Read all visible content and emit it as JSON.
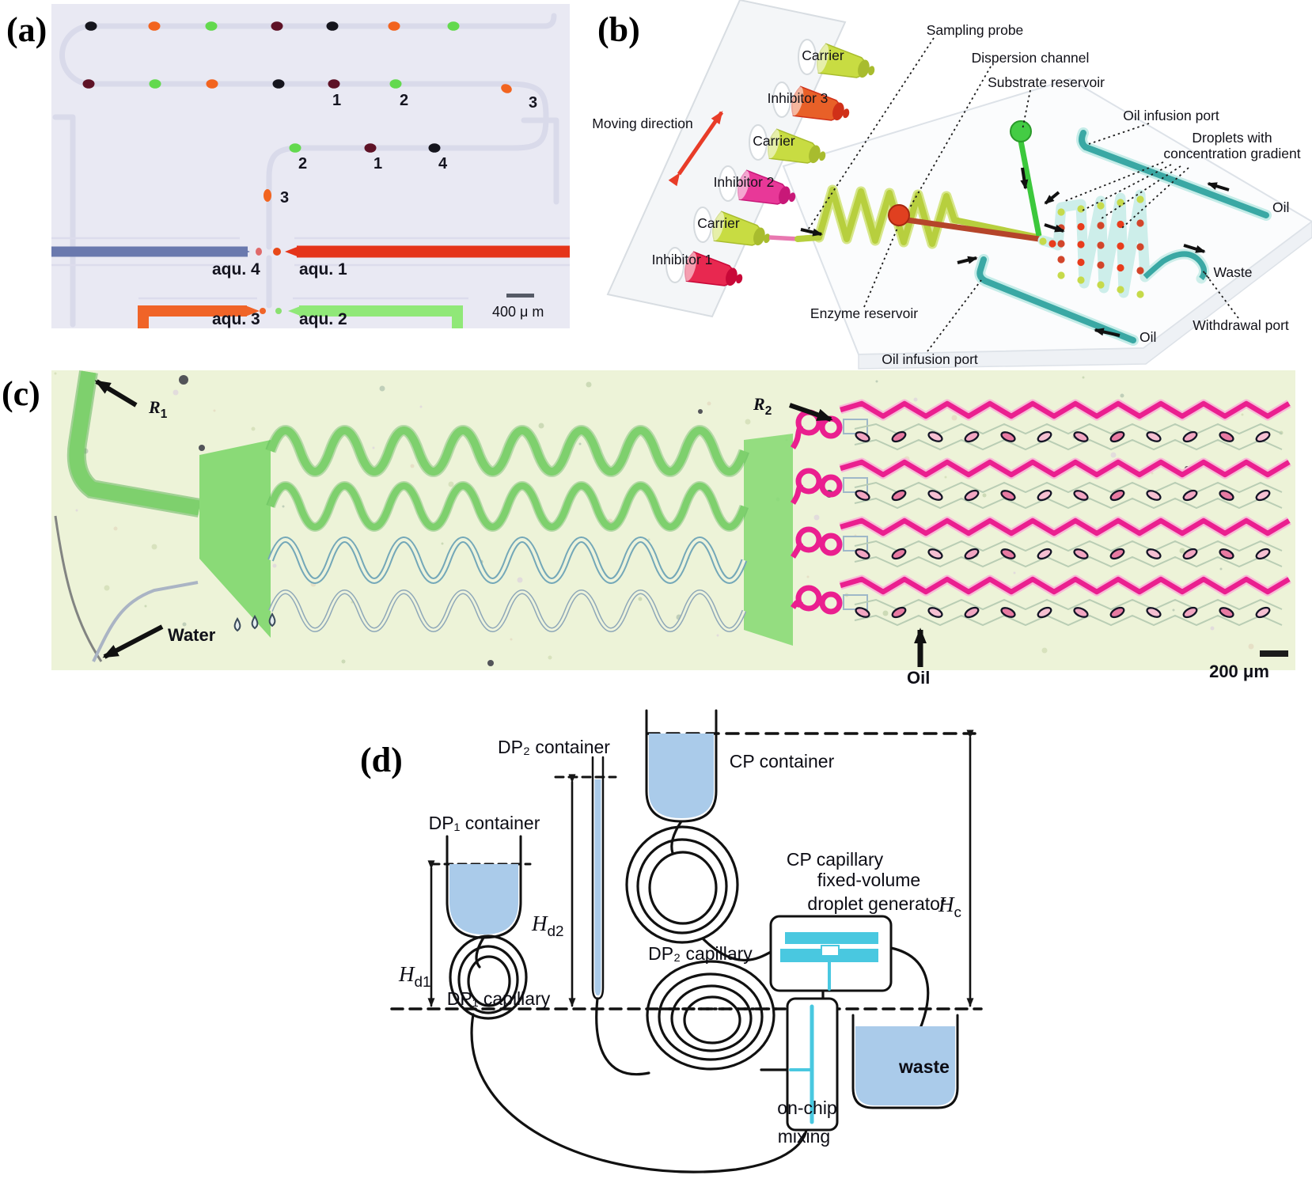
{
  "panel_a": {
    "tag": "(a)",
    "row2_numbers": [
      "1",
      "2",
      "3"
    ],
    "row3_numbers": [
      "2",
      "1",
      "4"
    ],
    "side_number": "3",
    "streams": {
      "aqu4": "aqu. 4",
      "aqu1": "aqu. 1",
      "aqu3": "aqu. 3",
      "aqu2": "aqu. 2"
    },
    "scale_bar": "400 μ m"
  },
  "panel_b": {
    "tag": "(b)",
    "moving_direction": "Moving direction",
    "reservoirs": [
      {
        "label": "Carrier"
      },
      {
        "label": "Inhibitor 3"
      },
      {
        "label": "Carrier"
      },
      {
        "label": "Inhibitor 2"
      },
      {
        "label": "Carrier"
      },
      {
        "label": "Inhibitor 1"
      }
    ],
    "callouts": {
      "sampling_probe": "Sampling probe",
      "dispersion_channel": "Dispersion channel",
      "substrate_reservoir": "Substrate reservoir",
      "oil_infusion_port_top": "Oil infusion port",
      "droplets_line1": "Droplets with",
      "droplets_line2": "concentration gradient",
      "oil_right": "Oil",
      "waste": "Waste",
      "withdrawal_port": "Withdrawal port",
      "oil_bottom": "Oil",
      "oil_infusion_port_bottom": "Oil infusion port",
      "enzyme_reservoir": "Enzyme reservoir"
    }
  },
  "panel_c": {
    "tag": "(c)",
    "r1_main": "R",
    "r1_sub": "1",
    "r2_main": "R",
    "r2_sub": "2",
    "water": "Water",
    "oil": "Oil",
    "scale_bar": "200 μm"
  },
  "panel_d": {
    "tag": "(d)",
    "dp1_container": "DP₁ container",
    "dp2_container": "DP₂ container",
    "cp_container": "CP container",
    "dp1_capillary": "DP₁ capillary",
    "dp2_capillary": "DP₂ capillary",
    "cp_capillary": "CP capillary",
    "hd1_main": "H",
    "hd1_sub": "d1",
    "hd2_main": "H",
    "hd2_sub": "d2",
    "hc_main": "H",
    "hc_sub": "c",
    "fixed_volume_line1": "fixed-volume",
    "fixed_volume_line2": "droplet generator",
    "onchip_line1": "on-chip",
    "onchip_line2": "mixing",
    "waste": "waste"
  },
  "colors": {
    "photo_a_bg": "#e9e9f3",
    "photo_c_bg": "#edf3d8",
    "aqueous_blue": "#6a79ae",
    "aqueous_red": "#e5341a",
    "aqueous_orange": "#f06428",
    "aqueous_green": "#90e878",
    "droplet_black": "#15151d",
    "droplet_orange": "#f2641f",
    "droplet_green": "#63d94e",
    "droplet_maroon": "#5e1226",
    "carrier_green": "#c8dc42",
    "inhibitor_red": "#e82850",
    "inhibitor_magenta": "#e83898",
    "inhibitor_orange": "#e86028",
    "oil_teal": "#4fb8b4",
    "channel_pink": "#ea1f8f",
    "channel_green": "#7ed06d",
    "diagram_blue": "#aacbea",
    "diagram_cyan": "#49c8e0",
    "arrow_red": "#e83c28"
  }
}
